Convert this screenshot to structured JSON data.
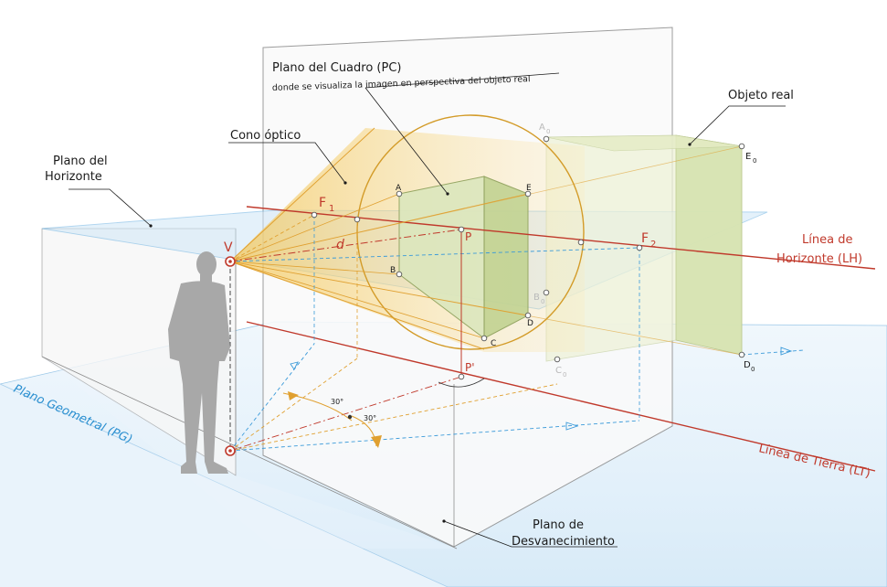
{
  "labels": {
    "picture_plane_title": "Plano del Cuadro (PC)",
    "picture_plane_sub": "donde se visualiza la imagen en perspectiva del objeto real",
    "real_object": "Objeto real",
    "optical_cone": "Cono óptico",
    "horizon_plane_1": "Plano del",
    "horizon_plane_2": "Horizonte",
    "horizon_line_1": "Línea de",
    "horizon_line_2": "Horizonte (LH)",
    "ground_line": "Línea de Tierra (LT)",
    "ground_plane": "Plano Geometral (PG)",
    "vanishing_plane_1": "Plano de",
    "vanishing_plane_2": "Desvanecimiento"
  },
  "points": {
    "V": "V",
    "F1": "F",
    "F1_sub": "1",
    "F2": "F",
    "F2_sub": "2",
    "d": "d",
    "P": "P",
    "P_prime": "P'",
    "A": "A",
    "B": "B",
    "C": "C",
    "D": "D",
    "E": "E",
    "A0": "A",
    "A0_sub": "0",
    "B0": "B",
    "B0_sub": "0",
    "C0": "C",
    "C0_sub": "0",
    "D0": "D",
    "D0_sub": "0",
    "E0": "E",
    "E0_sub": "0"
  },
  "angles": {
    "a1": "30°",
    "a2": "30°"
  },
  "colors": {
    "red": "#c0392b",
    "orange": "#e0a030",
    "blue": "#3a9ad9",
    "green_fill": "#d6e3b0",
    "plane_blue": "#dcecf8",
    "figure": "#a8a8a8"
  }
}
